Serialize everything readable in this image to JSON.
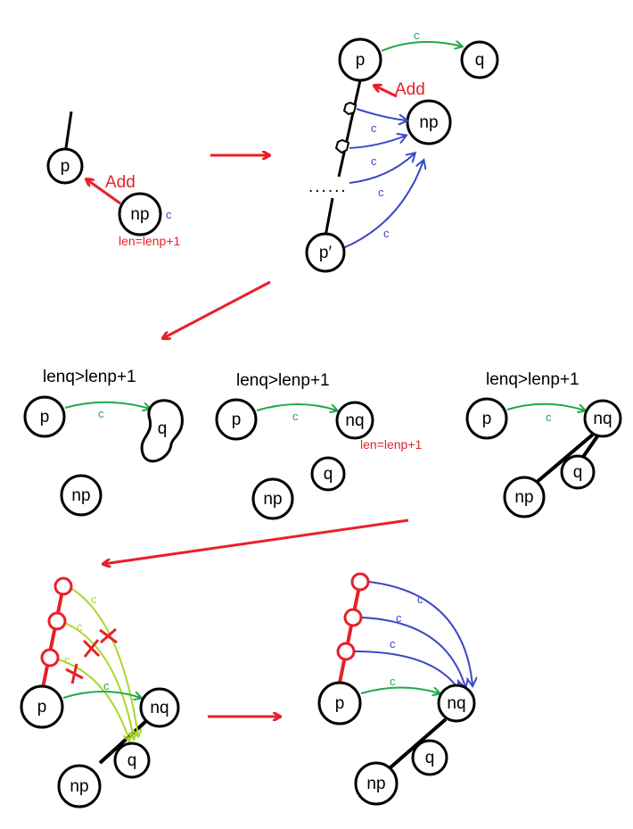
{
  "colors": {
    "red": "#e8202a",
    "green": "#22a84a",
    "blue": "#3a47c6",
    "lime": "#a8d82a",
    "black": "#000000"
  },
  "labels": {
    "p": "p",
    "q": "q",
    "np": "np",
    "nq": "nq",
    "p_prime": "p′",
    "add": "Add",
    "c": "c",
    "len_np": "len=lenp+1",
    "len_nq": "len=lenp+1",
    "dots": "......",
    "cond": "lenq>lenp+1"
  },
  "panels": [
    {
      "id": "extend-start"
    },
    {
      "id": "extend-suffix-links"
    },
    {
      "id": "case-q"
    },
    {
      "id": "case-clone"
    },
    {
      "id": "case-relink"
    },
    {
      "id": "redirect-before"
    },
    {
      "id": "redirect-after"
    }
  ]
}
